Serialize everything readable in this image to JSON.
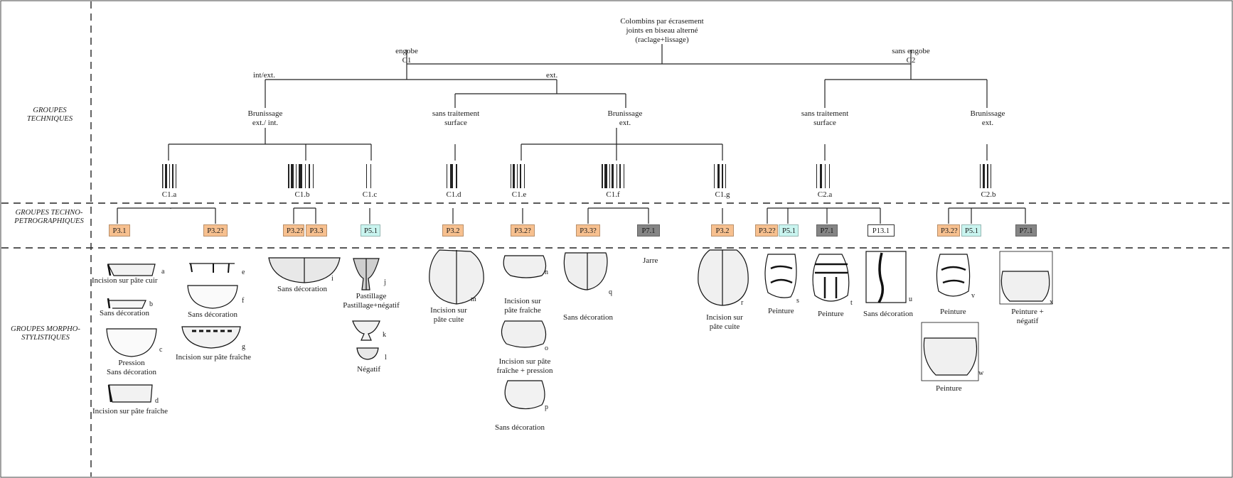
{
  "row_labels": {
    "techniques": "GROUPES TECHNIQUES",
    "techno": "GROUPES TECHNO-PETROGRAPHIQUES",
    "morpho": "GROUPES MORPHO-STYLISTIQUES"
  },
  "root": {
    "line1": "Colombins par écrasement",
    "line2": "joints en biseau alterné",
    "line3": "(raclage+lissage)"
  },
  "c1": {
    "l1": "engobe",
    "l2": "C1"
  },
  "c2": {
    "l1": "sans engobe",
    "l2": "C2"
  },
  "branches": {
    "int_ext": "int/ext.",
    "ext": "ext."
  },
  "techniques": {
    "brun_ext_int": {
      "l1": "Brunissage",
      "l2": "ext./ int."
    },
    "sans_trait_1": {
      "l1": "sans traitement",
      "l2": "surface"
    },
    "brun_ext_1": {
      "l1": "Brunissage",
      "l2": "ext."
    },
    "sans_trait_2": {
      "l1": "sans traitement",
      "l2": "surface"
    },
    "brun_ext_2": {
      "l1": "Brunissage",
      "l2": "ext."
    }
  },
  "groups": [
    "C1.a",
    "C1.b",
    "C1.c",
    "C1.d",
    "C1.e",
    "C1.f",
    "C1.g",
    "C2.a",
    "C2.b"
  ],
  "petro": {
    "p1": "P3.1",
    "p2": "P3.2?",
    "p3": "P3.2?",
    "p4": "P3.3",
    "p5": "P5.1",
    "p6": "P3.2",
    "p7": "P3.2?",
    "p8": "P3.3?",
    "p9": "P7.1",
    "p10": "P3.2",
    "p11": "P3.2?",
    "p12": "P5.1",
    "p13": "P7.1",
    "p14": "P13.1",
    "p15": "P3.2?",
    "p16": "P5.1",
    "p17": "P7.1"
  },
  "morpho": {
    "a": "Incision sur pâte cuir",
    "b": "Sans décoration",
    "c1": "Pression",
    "c2": "Sans décoration",
    "d": "Incision sur pâte fraîche",
    "f": "Sans décoration",
    "g": "Incision sur pâte fraîche",
    "i": "Sans décoration",
    "j1": "Pastillage",
    "j2": "Pastillage+négatif",
    "l": "Négatif",
    "m1": "Incision sur",
    "m2": "pâte cuite",
    "n1": "Incision sur",
    "n2": "pâte fraîche",
    "o1": "Incision sur pâte",
    "o2": "fraîche + pression",
    "p": "Sans décoration",
    "q": "Sans décoration",
    "jarre": "Jarre",
    "r1": "Incision sur",
    "r2": "pâte cuite",
    "s": "Peinture",
    "t": "Peinture",
    "u": "Sans décoration",
    "v": "Peinture",
    "x1": "Peinture +",
    "x2": "négatif",
    "w": "Peinture"
  },
  "letters": [
    "a",
    "b",
    "c",
    "d",
    "e",
    "f",
    "g",
    "i",
    "j",
    "k",
    "l",
    "m",
    "n",
    "o",
    "p",
    "q",
    "r",
    "s",
    "t",
    "u",
    "v",
    "w",
    "x"
  ],
  "colors": {
    "orange": "#f7c08f",
    "cyan": "#c9f4ef",
    "grey": "#858585"
  }
}
